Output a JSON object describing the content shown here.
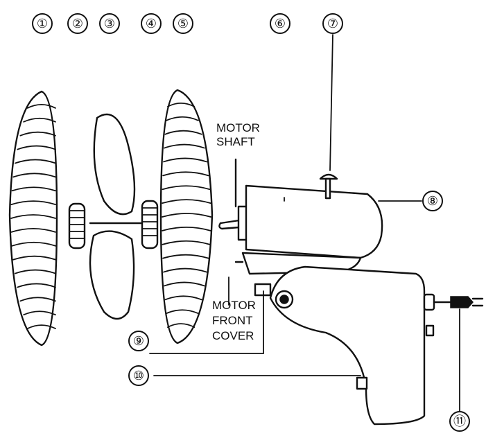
{
  "callouts": [
    "①",
    "②",
    "③",
    "④",
    "⑤",
    "⑥",
    "⑦",
    "⑧",
    "⑨",
    "⑩",
    "⑪"
  ],
  "labels": {
    "motor_shaft": [
      "MOTOR",
      "SHAFT"
    ],
    "motor_front_cover": [
      "MOTOR",
      "FRONT",
      "COVER"
    ]
  }
}
